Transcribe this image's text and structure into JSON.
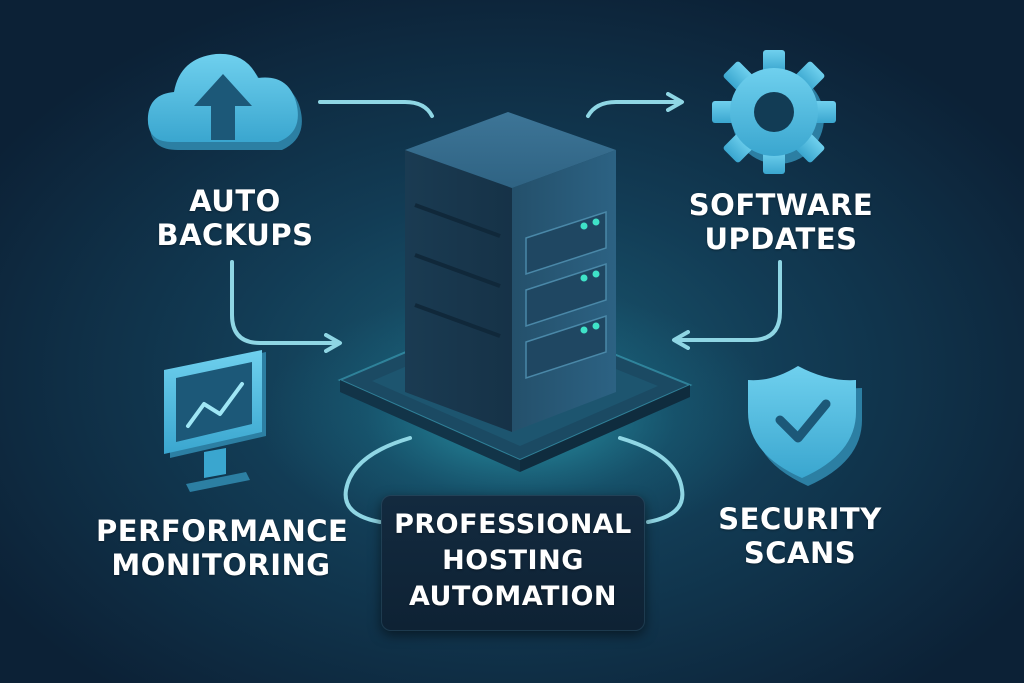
{
  "colors": {
    "accent": "#58c8e8",
    "arrow": "#8fd6e4",
    "server": "#2b5f7d",
    "led": "#3fe3c8",
    "text": "#ffffff"
  },
  "nodes": {
    "backups": {
      "line1": "AUTO",
      "line2": "BACKUPS",
      "icon": "cloud-upload-icon"
    },
    "updates": {
      "line1": "SOFTWARE",
      "line2": "UPDATES",
      "icon": "gear-icon"
    },
    "performance": {
      "line1": "PERFORMANCE",
      "line2": "MONITORING",
      "icon": "monitor-chart-icon"
    },
    "security": {
      "line1": "SECURITY",
      "line2": "SCANS",
      "icon": "shield-check-icon"
    }
  },
  "center": {
    "line1": "PROFESSIONAL",
    "line2": "HOSTING",
    "line3": "AUTOMATION",
    "icon": "server-icon"
  }
}
